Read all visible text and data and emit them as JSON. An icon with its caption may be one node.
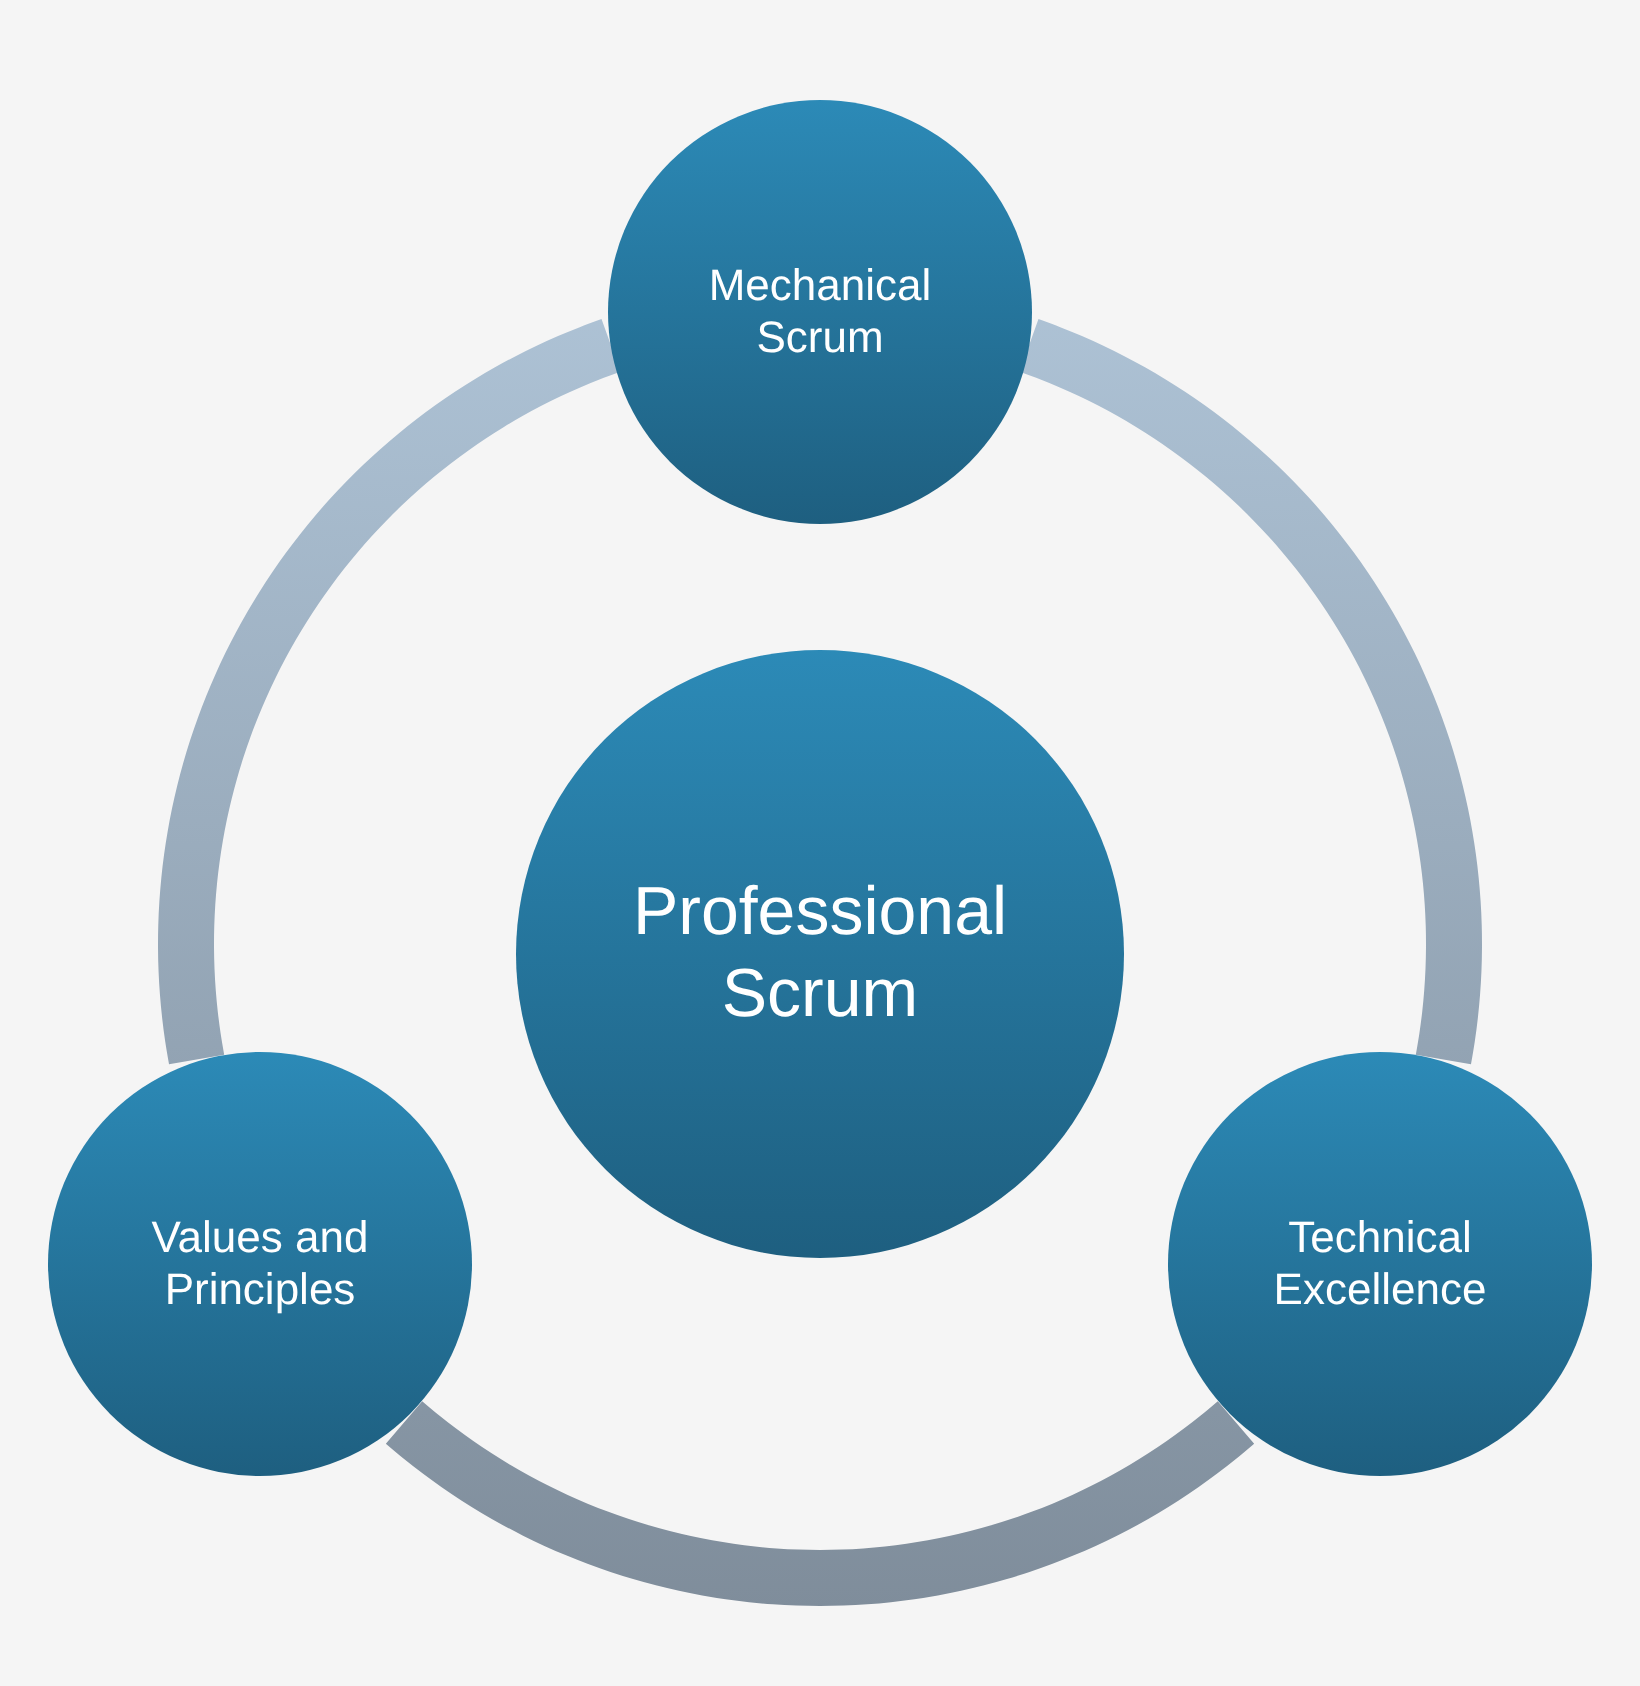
{
  "diagram": {
    "nodes": [
      {
        "text": [
          "Professional Scrum"
        ]
      },
      {
        "text": [
          "Mechanical Scrum"
        ]
      },
      {
        "text": [
          "Values and Principles"
        ]
      },
      {
        "text": [
          "Technical Excellence"
        ]
      }
    ],
    "edges": [
      {
        "from": 1,
        "to": 3,
        "arrow": "none"
      },
      {
        "from": 3,
        "to": 2,
        "arrow": "none"
      },
      {
        "from": 2,
        "to": 1,
        "arrow": "none"
      }
    ]
  }
}
